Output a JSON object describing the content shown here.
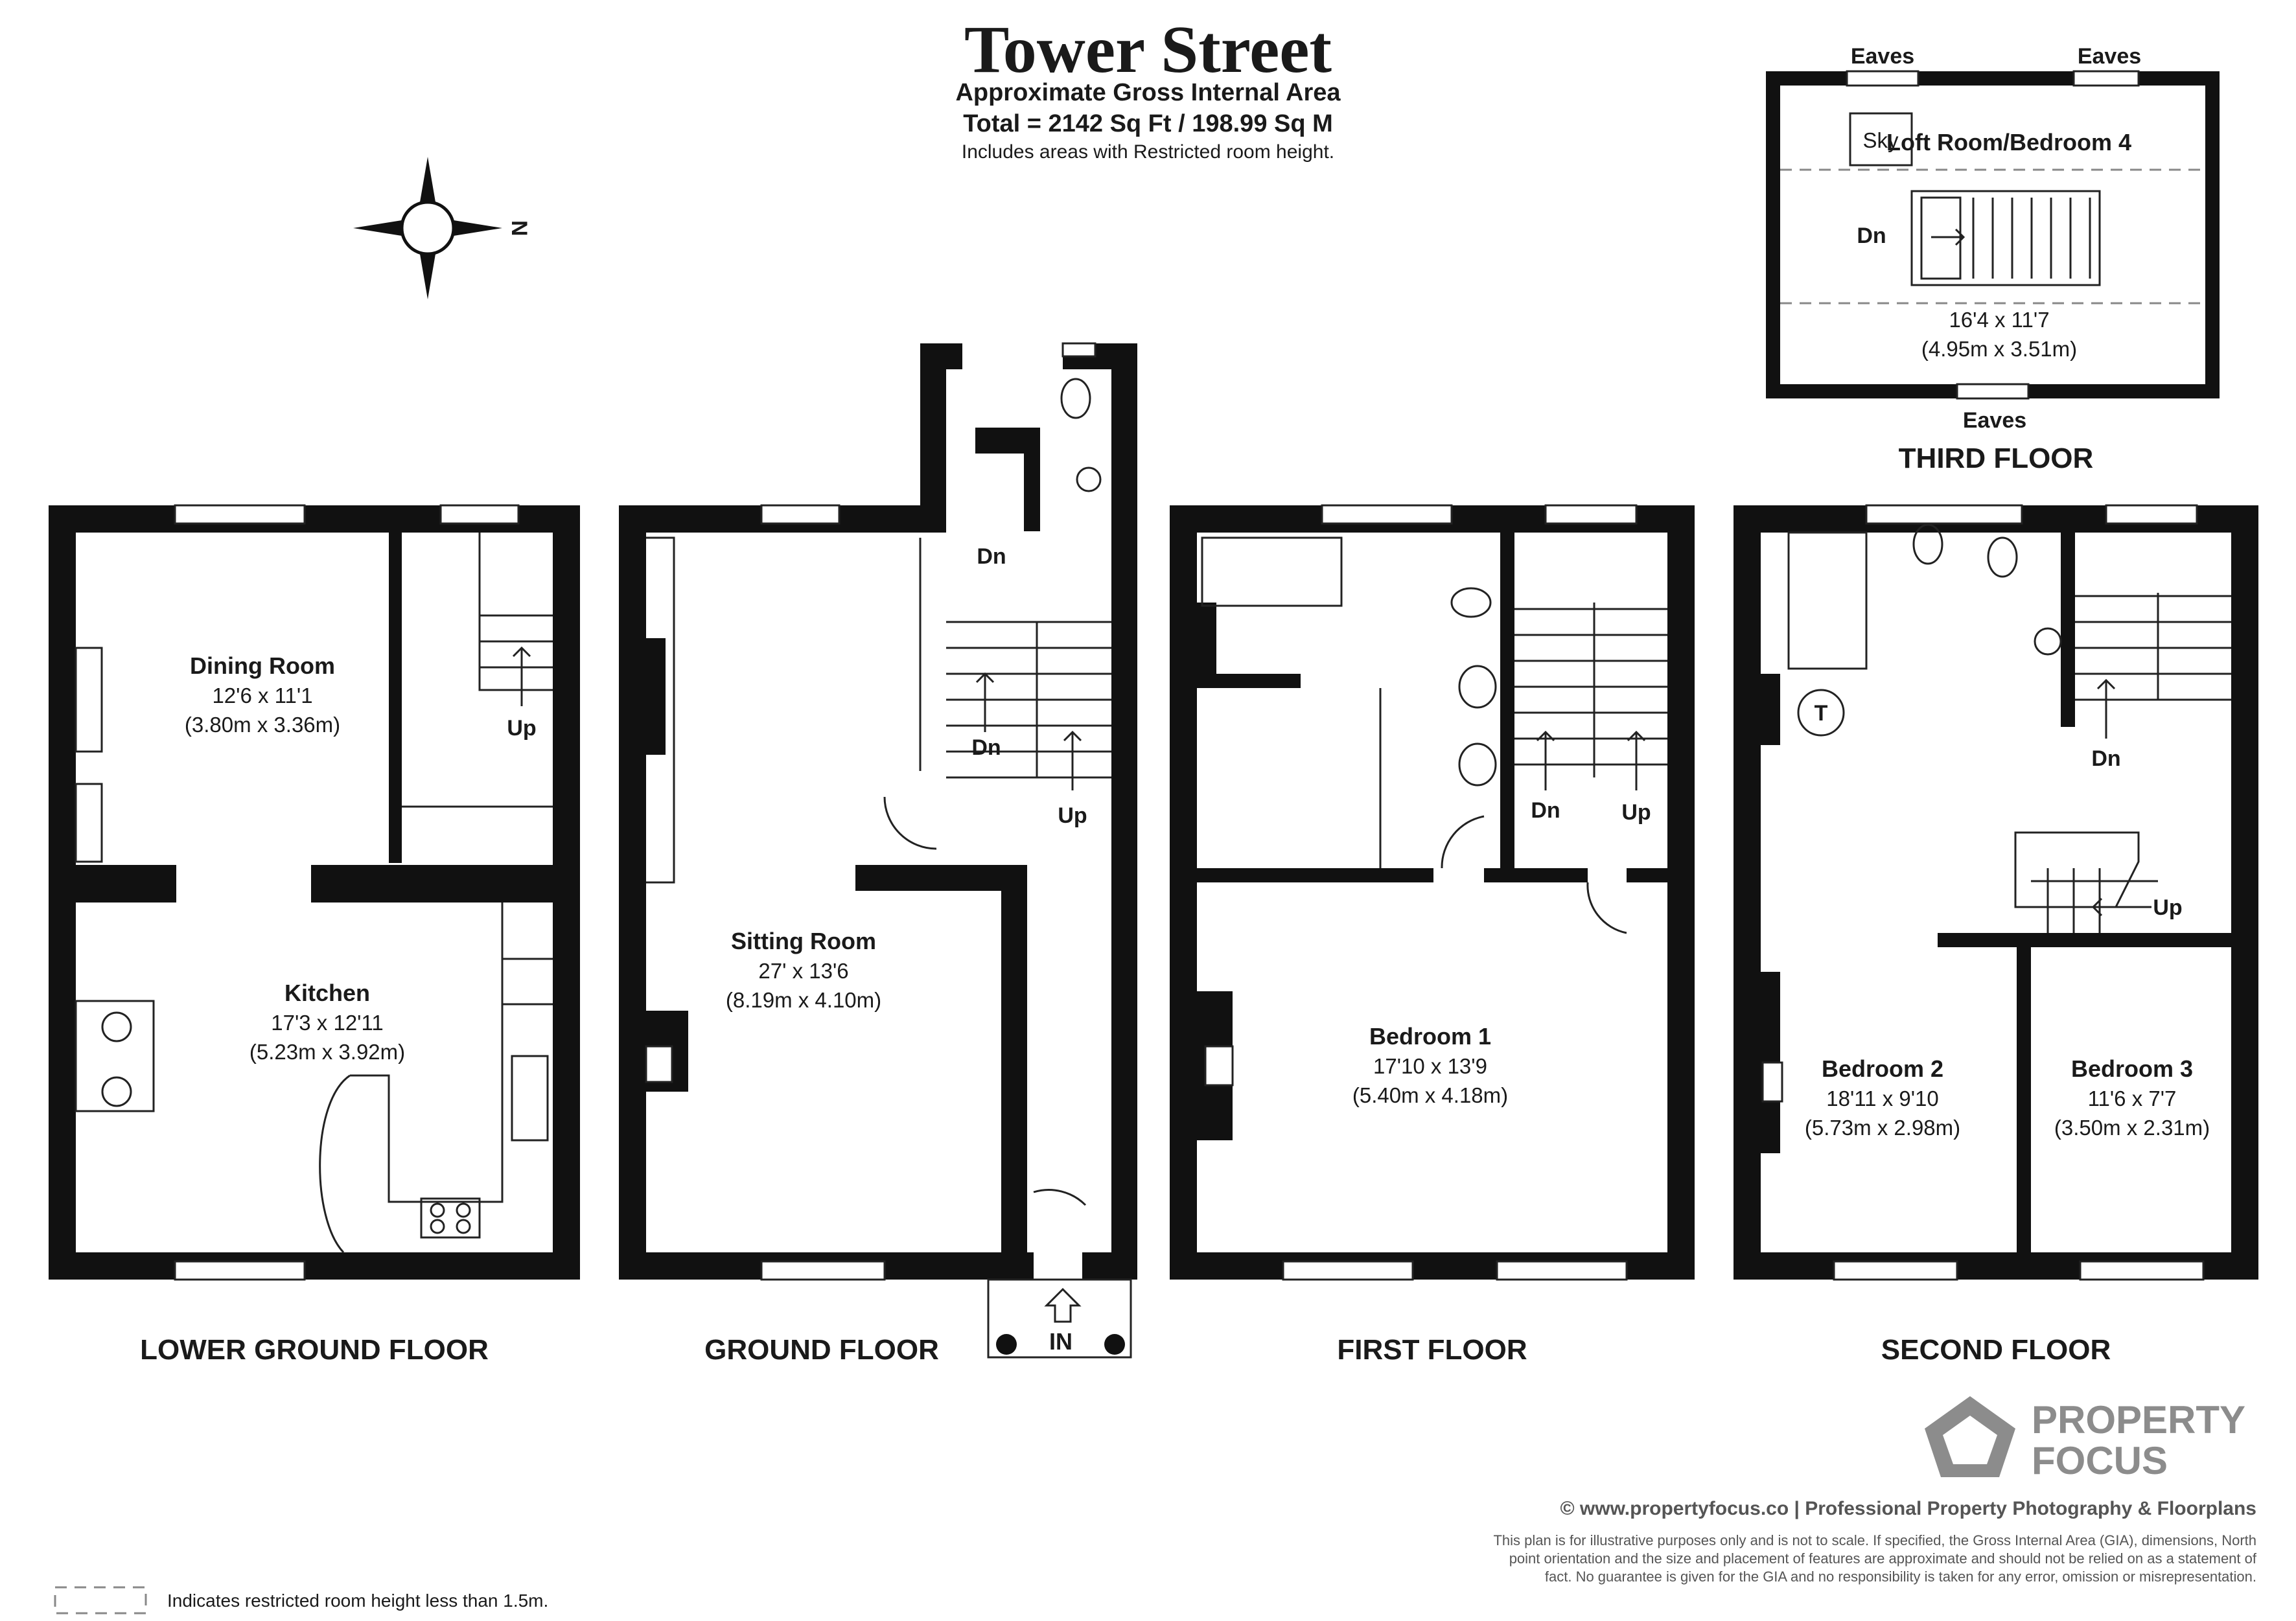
{
  "header": {
    "title": "Tower Street",
    "subtitle": "Approximate Gross Internal Area",
    "total": "Total = 2142 Sq Ft / 198.99 Sq M",
    "note": "Includes areas with Restricted room height."
  },
  "compass": {
    "north_label": "N"
  },
  "floors": {
    "lower_ground": "LOWER GROUND FLOOR",
    "ground": "GROUND FLOOR",
    "first": "FIRST FLOOR",
    "second": "SECOND FLOOR",
    "third": "THIRD FLOOR"
  },
  "rooms": {
    "dining": {
      "name": "Dining Room",
      "imperial": "12'6 x 11'1",
      "metric": "(3.80m x 3.36m)"
    },
    "kitchen": {
      "name": "Kitchen",
      "imperial": "17'3 x 12'11",
      "metric": "(5.23m x 3.92m)"
    },
    "sitting": {
      "name": "Sitting Room",
      "imperial": "27' x 13'6",
      "metric": "(8.19m x 4.10m)"
    },
    "bedroom1": {
      "name": "Bedroom 1",
      "imperial": "17'10 x 13'9",
      "metric": "(5.40m x 4.18m)"
    },
    "bedroom2": {
      "name": "Bedroom 2",
      "imperial": "18'11 x 9'10",
      "metric": "(5.73m x 2.98m)"
    },
    "bedroom3": {
      "name": "Bedroom 3",
      "imperial": "11'6 x 7'7",
      "metric": "(3.50m x 2.31m)"
    },
    "loft": {
      "name": "Loft Room/Bedroom 4",
      "imperial": "16'4 x 11'7",
      "metric": "(4.95m x 3.51m)"
    }
  },
  "labels": {
    "up": "Up",
    "dn": "Dn",
    "in": "IN",
    "eaves": "Eaves",
    "sky": "Sky",
    "tank": "T"
  },
  "brand": {
    "line1": "PROPERTY",
    "line2": "FOCUS"
  },
  "footer": {
    "credit": "© www.propertyfocus.co | Professional Property Photography & Floorplans",
    "disclaimer1": "This plan is for illustrative purposes only and is not to scale. If specified, the Gross Internal Area (GIA), dimensions, North",
    "disclaimer2": "point orientation and the size and placement of features are approximate and should not be relied on as a statement of",
    "disclaimer3": "fact. No guarantee is given for the GIA and no responsibility is taken for any error, omission or misrepresentation.",
    "legend": "Indicates restricted room height less than 1.5m."
  },
  "colors": {
    "wall": "#111111",
    "brand_grey": "#8c8c8c",
    "dashed": "#888888"
  }
}
